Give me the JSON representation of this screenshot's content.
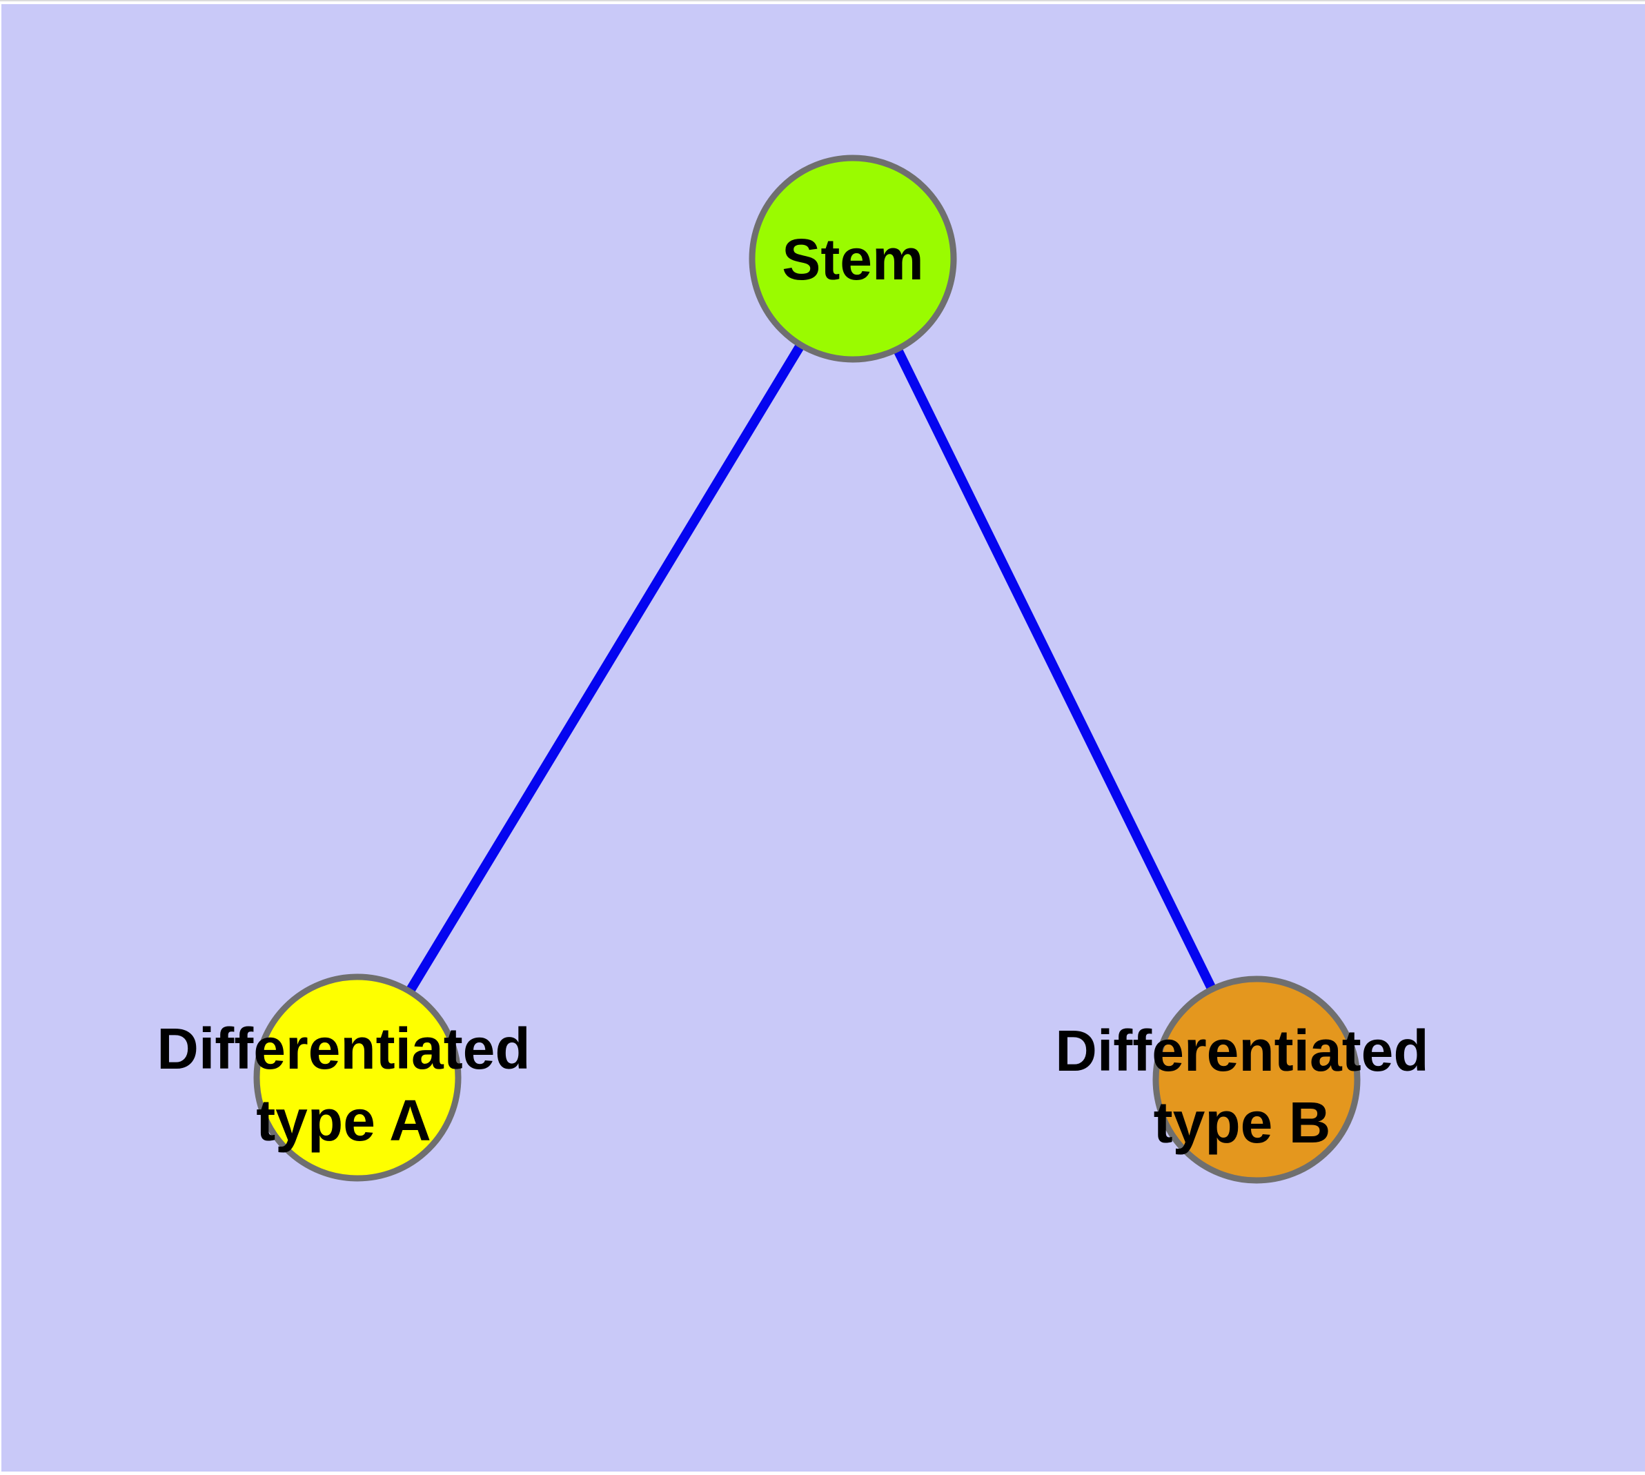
{
  "diagram": {
    "type": "graph",
    "description": "Cell differentiation tree: one stem node connected to two differentiated nodes"
  },
  "colors": {
    "page_background": "#ffffff",
    "plot_background": "#c9c9f8",
    "top_edge_line": "#dcdcdc",
    "edge": "#0505f0",
    "node_border": "#6f6f6f",
    "label_text": "#000000"
  },
  "nodes": [
    {
      "id": "stem",
      "label": "Stem",
      "line1": "Stem",
      "line2": "",
      "fill": "#9afb00"
    },
    {
      "id": "differentiated-type-a",
      "label": "Differentiated type A",
      "line1": "Differentiated",
      "line2": "type A",
      "fill": "#feff00"
    },
    {
      "id": "differentiated-type-b",
      "label": "Differentiated type B",
      "line1": "Differentiated",
      "line2": "type B",
      "fill": "#e4971e"
    }
  ],
  "edges": [
    {
      "from": "stem",
      "to": "differentiated-type-a"
    },
    {
      "from": "stem",
      "to": "differentiated-type-b"
    }
  ]
}
